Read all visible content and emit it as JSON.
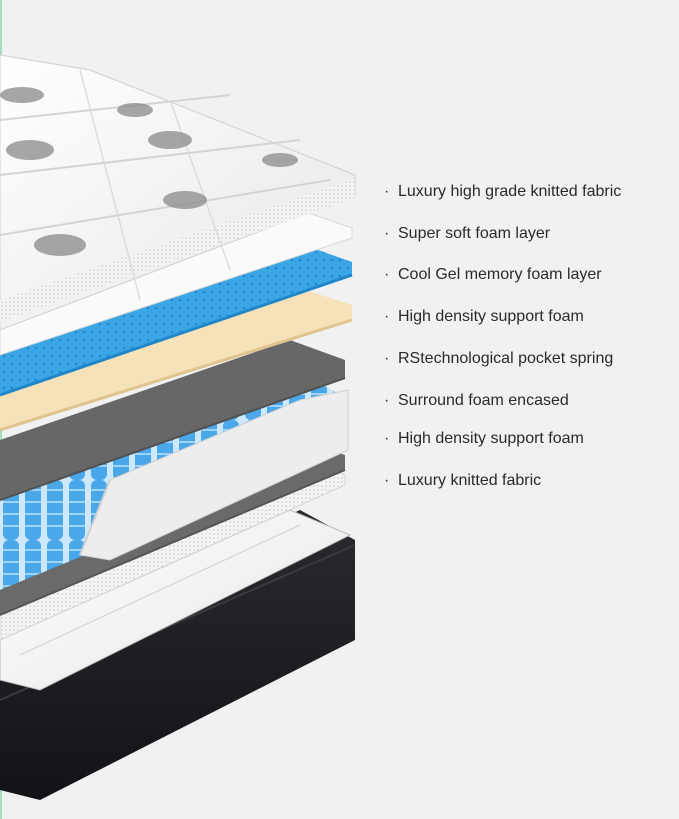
{
  "layers": [
    {
      "label": "Luxury high grade knitted fabric"
    },
    {
      "label": "Super soft foam layer"
    },
    {
      "label": "Cool Gel memory foam layer"
    },
    {
      "label": "High density support foam"
    },
    {
      "label": "RStechnological pocket spring"
    },
    {
      "label": "Surround foam encased"
    },
    {
      "label": "High density support foam"
    },
    {
      "label": "Luxury knitted fabric"
    }
  ],
  "bullet": "·",
  "colors": {
    "background": "#f1f1f1",
    "quilted_top": "#f7f7f7",
    "gel_foam": "#3aa6e6",
    "support_foam": "#f6e2b8",
    "felt_layer": "#6a6a6a",
    "spring_blue": "#5ab4ee",
    "encasement": "#ececec",
    "base_fabric": "#1e1f22"
  }
}
